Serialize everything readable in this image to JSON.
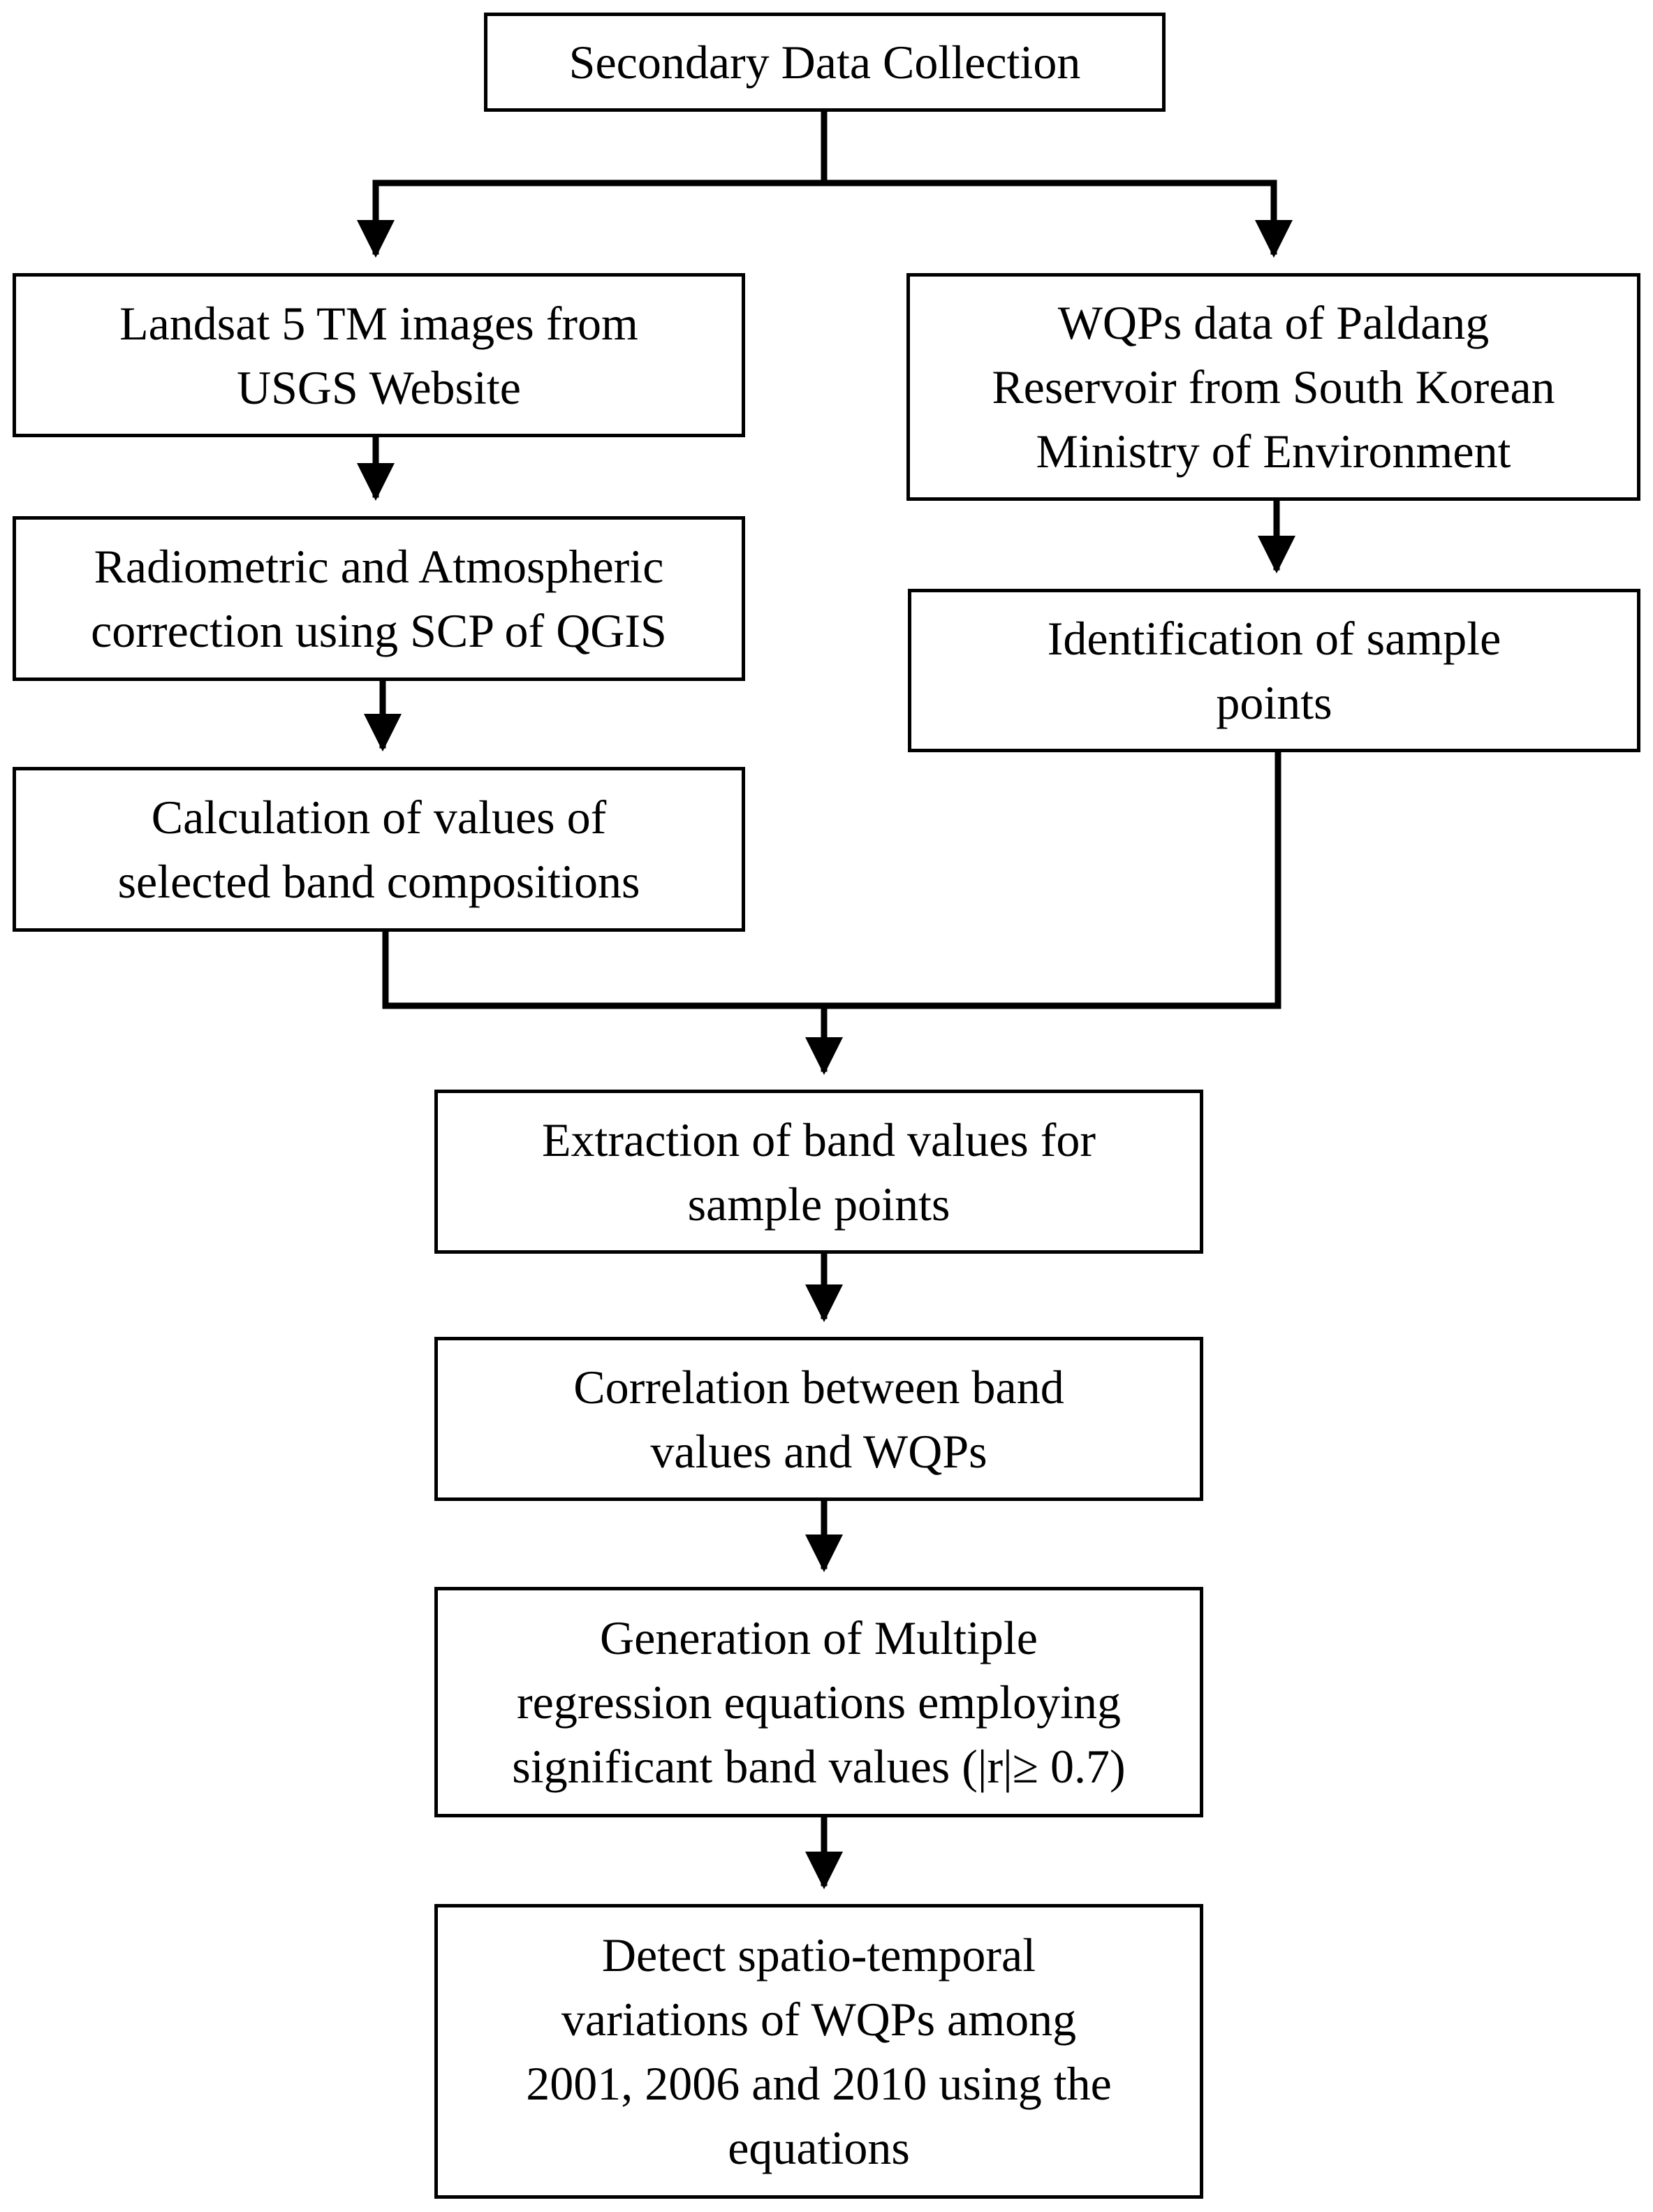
{
  "flowchart": {
    "nodes": {
      "secondary": "Secondary Data Collection",
      "landsat": "Landsat 5 TM images from\nUSGS Website",
      "wqps": "WQPs data of Paldang\nReservoir from South Korean\nMinistry of Environment",
      "radiometric": "Radiometric and Atmospheric\ncorrection using SCP of QGIS",
      "identify": "Identification of sample\npoints",
      "calc": "Calculation of values of\nselected band compositions",
      "extract": "Extraction of band values for\nsample points",
      "corr": "Correlation between band\nvalues and WQPs",
      "gen": "Generation of Multiple\nregression equations employing\nsignificant band values (|r|≥ 0.7)",
      "detect": "Detect spatio-temporal\nvariations of WQPs among\n2001, 2006 and 2010 using the\nequations"
    },
    "edges": [
      {
        "from": "secondary",
        "to": "landsat"
      },
      {
        "from": "secondary",
        "to": "wqps"
      },
      {
        "from": "landsat",
        "to": "radiometric"
      },
      {
        "from": "radiometric",
        "to": "calc"
      },
      {
        "from": "wqps",
        "to": "identify"
      },
      {
        "from": "calc",
        "to": "extract"
      },
      {
        "from": "identify",
        "to": "extract"
      },
      {
        "from": "extract",
        "to": "corr"
      },
      {
        "from": "corr",
        "to": "gen"
      },
      {
        "from": "gen",
        "to": "detect"
      }
    ]
  }
}
